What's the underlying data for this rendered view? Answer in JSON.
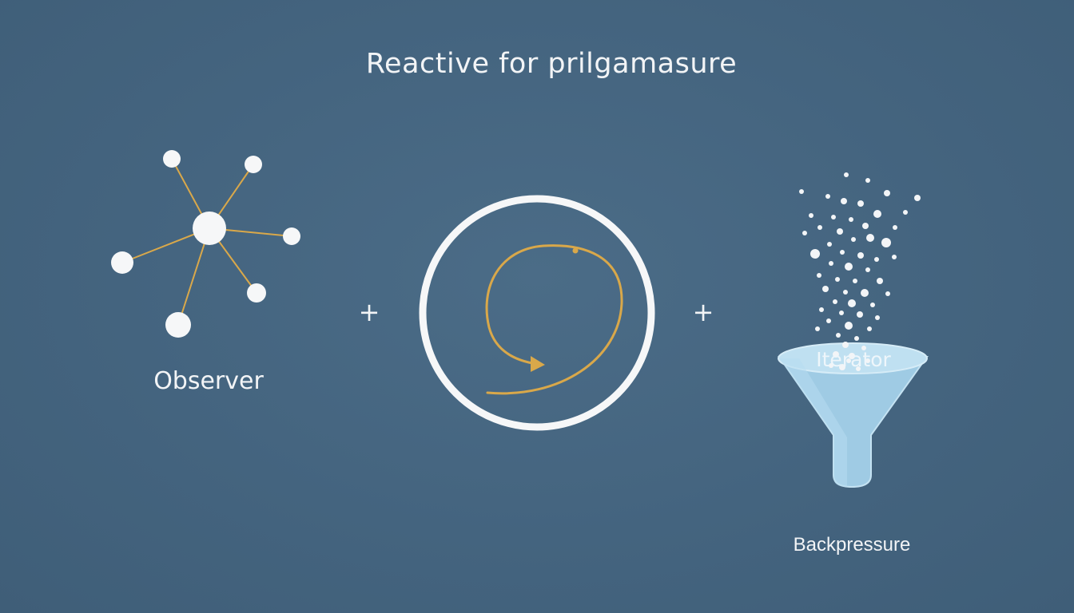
{
  "title": "Reactive for prilgamasure",
  "labels": {
    "observer": "Observer",
    "iterator": "Iterator",
    "backpressure": "Backpressure"
  },
  "operators": [
    "+",
    "+"
  ],
  "icons": {
    "observer": "network-graph-icon",
    "iterator": "cycle-arrow-icon",
    "backpressure": "funnel-particles-icon"
  },
  "colors": {
    "background": "#456580",
    "accent": "#d9a84a",
    "foreground": "#f2f4f6",
    "funnel": "#a9d3ea"
  }
}
